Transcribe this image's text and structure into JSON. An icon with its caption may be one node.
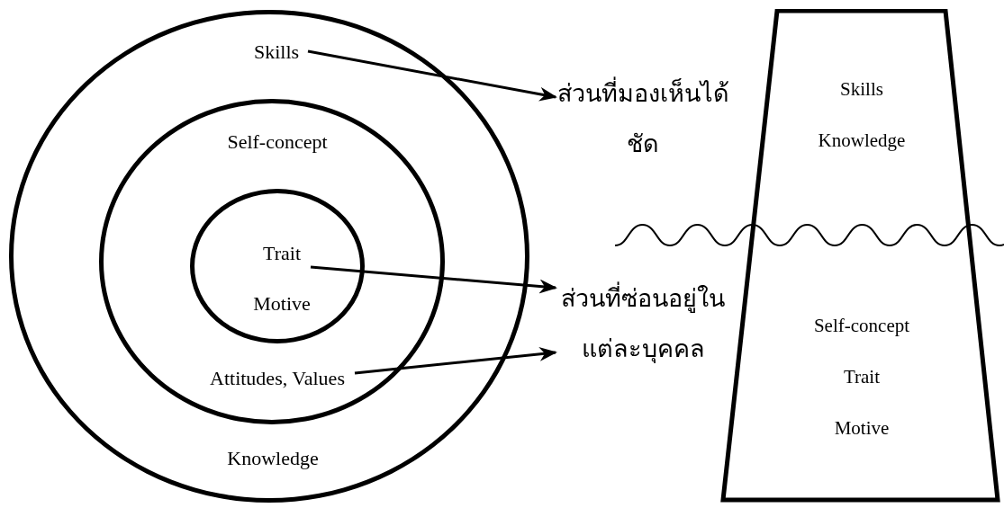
{
  "diagram": {
    "nodes": [
      {
        "text": [
          "Knowledge"
        ]
      },
      {
        "text": [
          "Skills"
        ],
        "in": 0
      },
      {
        "text": [
          "Self-concept"
        ],
        "in": 0
      },
      {
        "text": [
          "Attitudes, Values"
        ],
        "in": 2
      },
      {
        "text": [
          "Trait",
          "Motive"
        ],
        "in": 2
      },
      {
        "text": [
          "ส่วนที่มองเห็นได้ชัด"
        ]
      },
      {
        "text": [
          "ส่วนที่ซ่อนอยู่ในแต่ละบุคคล"
        ]
      },
      {
        "text": [
          "Skills",
          "Knowledge",
          "Self-concept",
          "Trait",
          "Motive"
        ]
      }
    ],
    "edges": [
      {
        "from": 1,
        "to": 5,
        "arrow": "to"
      },
      {
        "from": 4,
        "to": 6,
        "arrow": "to"
      },
      {
        "from": 3,
        "to": 6,
        "arrow": "to"
      }
    ]
  }
}
